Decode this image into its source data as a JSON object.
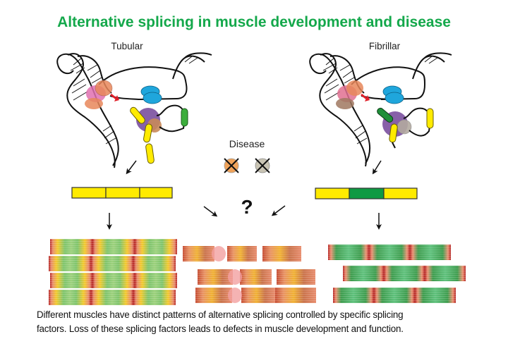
{
  "title": "Alternative splicing in muscle development and disease",
  "labels": {
    "tubular": "Tubular",
    "fibrillar": "Fibrillar",
    "disease": "Disease",
    "question": "?"
  },
  "caption": {
    "line1": "Different muscles have distinct patterns of alternative splicing controlled by specific splicing",
    "line2": "factors. Loss of these splicing factors leads to defects in muscle development and function."
  },
  "colors": {
    "title": "#14a84b",
    "exon_yellow": "#ffeb00",
    "exon_green": "#0f9a43",
    "splicing_blue": "#1fa6dc",
    "spliceosome_purple": "#7a4f9e",
    "factor_orange": "#e8875a",
    "factor_pink": "#e070b0",
    "factor_gray": "#b3aaa0",
    "disease_orange": "#f0a35a",
    "disease_gray": "#c9c4b4"
  },
  "panels": {
    "tubular": {
      "exons": [
        "yellow",
        "yellow",
        "yellow"
      ],
      "muscle_pattern": "yellow-green sarcomeres, 4 rows x 3"
    },
    "fibrillar": {
      "exons": [
        "yellow",
        "green",
        "yellow"
      ],
      "muscle_pattern": "green sarcomeres, 3 rows x 3"
    },
    "disease": {
      "factors": [
        "orange",
        "gray"
      ],
      "muscle_pattern": "disrupted sarcomeres"
    }
  }
}
